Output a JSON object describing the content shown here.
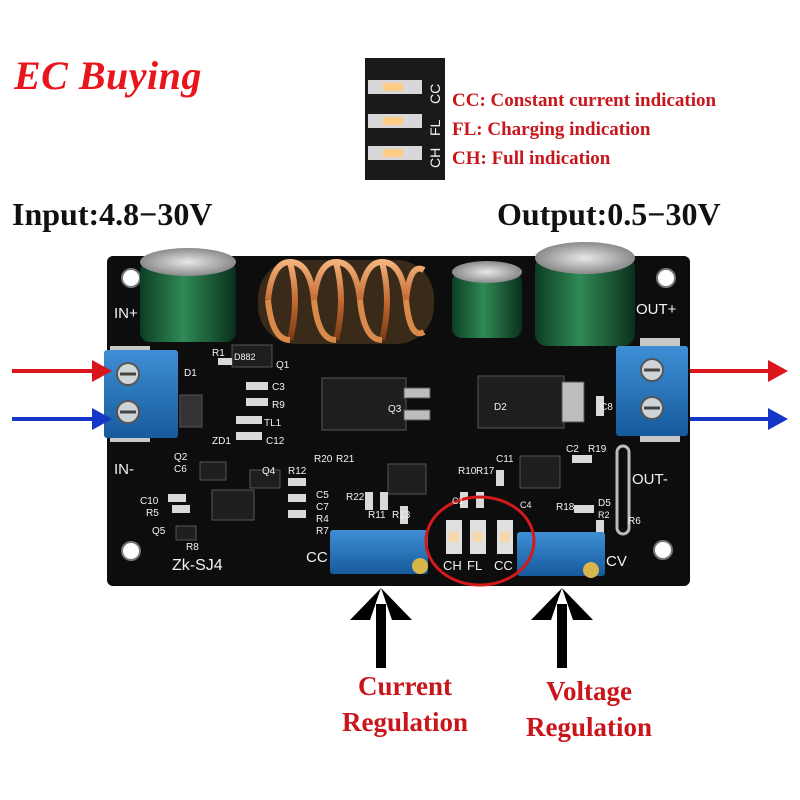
{
  "brand": {
    "text": "EC Buying",
    "color": "#e8161c"
  },
  "legend": {
    "items": [
      {
        "code": "CC",
        "text": "CC: Constant current indication"
      },
      {
        "code": "FL",
        "text": "FL: Charging indication"
      },
      {
        "code": "CH",
        "text": "CH: Full indication"
      }
    ]
  },
  "input": {
    "text": "Input:4.8−30V"
  },
  "output": {
    "text": "Output:0.5−30V"
  },
  "board": {
    "model": "Zk-SJ4",
    "terminals": {
      "in_plus": "IN+",
      "in_minus": "IN-",
      "out_plus": "OUT+",
      "out_minus": "OUT-"
    },
    "pot_labels": {
      "cc": "CC",
      "cv": "CV"
    },
    "led_labels": [
      "CH",
      "FL",
      "CC"
    ],
    "components": [
      "D882",
      "Q1",
      "R1",
      "D1",
      "C3",
      "R9",
      "TL1",
      "ZD1",
      "C12",
      "Q3",
      "D2",
      "C8",
      "C11",
      "R10",
      "R17",
      "R20",
      "R21",
      "C2",
      "R19",
      "D5",
      "Q2",
      "C6",
      "Q4",
      "R12",
      "C10",
      "R5",
      "C5",
      "C7",
      "R22",
      "R4",
      "R7",
      "R11",
      "R13",
      "R18",
      "R6",
      "Q5",
      "R8",
      "C1",
      "R2",
      "C4"
    ]
  },
  "captions": {
    "current": [
      "Current",
      "Regulation"
    ],
    "voltage": [
      "Voltage",
      "Regulation"
    ]
  },
  "colors": {
    "pcb": "#0d0d0d",
    "terminal": "#1f6fb8",
    "in_arrow_red": "#d9161c",
    "in_arrow_blue": "#1437c8",
    "caption": "#c9161c",
    "highlight": "#d21a1a"
  }
}
